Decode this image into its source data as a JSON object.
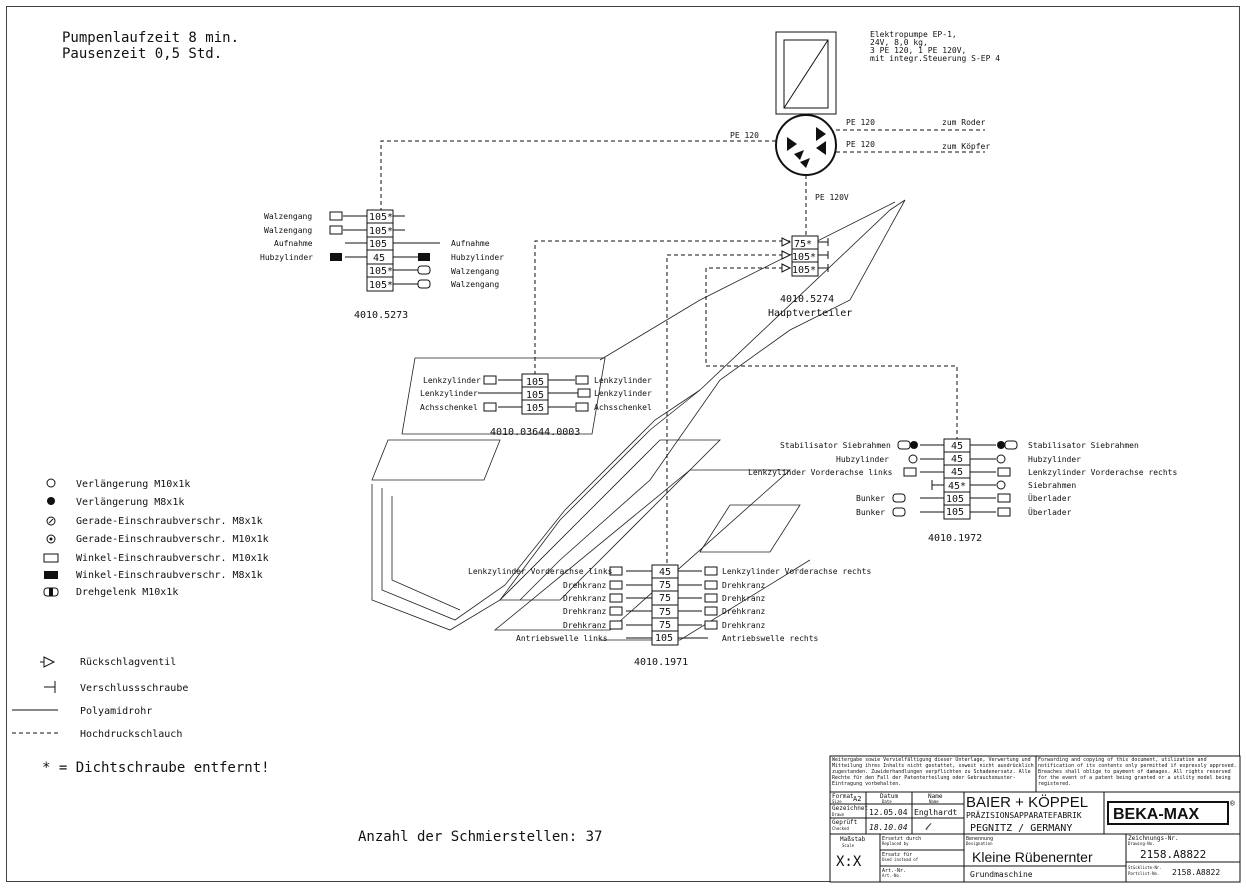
{
  "notes": {
    "pump_runtime": "Pumpenlaufzeit 8 min.",
    "pause_time": "Pausenzeit 0,5 Std."
  },
  "pump": {
    "spec_lines": [
      "Elektropumpe EP-1,",
      "24V, 8,0 kg,",
      "3 PE 120, 1 PE 120V,",
      "mit integr.Steuerung S-EP 4"
    ],
    "pipe_left": "PE 120",
    "pipe_right_1": "PE 120",
    "pipe_right_1_dest": "zum Roder",
    "pipe_right_2": "PE 120",
    "pipe_right_2_dest": "zum Köpfer",
    "pipe_down": "PE 120V"
  },
  "distributors": [
    {
      "id": "4010.5273",
      "rows": [
        {
          "left": "Walzengang",
          "value": "105*",
          "right": ""
        },
        {
          "left": "Walzengang",
          "value": "105*",
          "right": ""
        },
        {
          "left": "Aufnahme",
          "value": "105",
          "right": "Aufnahme"
        },
        {
          "left": "Hubzylinder",
          "value": "45",
          "right": "Hubzylinder"
        },
        {
          "left": "",
          "value": "105*",
          "right": "Walzengang"
        },
        {
          "left": "",
          "value": "105*",
          "right": "Walzengang"
        }
      ]
    },
    {
      "id": "4010.5274",
      "subtitle": "Hauptverteiler",
      "rows": [
        {
          "left": "",
          "value": "75*",
          "right": ""
        },
        {
          "left": "",
          "value": "105*",
          "right": ""
        },
        {
          "left": "",
          "value": "105*",
          "right": ""
        }
      ]
    },
    {
      "id": "4010.03644.0003",
      "rows": [
        {
          "left": "Lenkzylinder",
          "value": "105",
          "right": "Lenkzylinder"
        },
        {
          "left": "Lenkzylinder",
          "value": "105",
          "right": "Lenkzylinder"
        },
        {
          "left": "Achsschenkel",
          "value": "105",
          "right": "Achsschenkel"
        }
      ]
    },
    {
      "id": "4010.1972",
      "rows": [
        {
          "left": "Stabilisator Siebrahmen",
          "value": "45",
          "right": "Stabilisator Siebrahmen"
        },
        {
          "left": "Hubzylinder",
          "value": "45",
          "right": "Hubzylinder"
        },
        {
          "left": "Lenkzylinder Vorderachse links",
          "value": "45",
          "right": "Lenkzylinder Vorderachse rechts"
        },
        {
          "left": "",
          "value": "45*",
          "right": "Siebrahmen"
        },
        {
          "left": "Bunker",
          "value": "105",
          "right": "Überlader"
        },
        {
          "left": "Bunker",
          "value": "105",
          "right": "Überlader"
        }
      ]
    },
    {
      "id": "4010.1971",
      "rows": [
        {
          "left": "Lenkzylinder Vorderachse links",
          "value": "45",
          "right": "Lenkzylinder Vorderachse rechts"
        },
        {
          "left": "Drehkranz",
          "value": "75",
          "right": "Drehkranz"
        },
        {
          "left": "Drehkranz",
          "value": "75",
          "right": "Drehkranz"
        },
        {
          "left": "Drehkranz",
          "value": "75",
          "right": "Drehkranz"
        },
        {
          "left": "Drehkranz",
          "value": "75",
          "right": "Drehkranz"
        },
        {
          "left": "Antriebswelle links",
          "value": "105",
          "right": "Antriebswelle rechts"
        }
      ]
    }
  ],
  "legend": {
    "fittings": [
      "Verlängerung M10x1k",
      "Verlängerung M8x1k",
      "Gerade-Einschraubverschr. M8x1k",
      "Gerade-Einschraubverschr. M10x1k",
      "Winkel-Einschraubverschr. M10x1k",
      "Winkel-Einschraubverschr. M8x1k",
      "Drehgelenk M10x1k"
    ],
    "lines": [
      "Rückschlagventil",
      "Verschlussschraube",
      "Polyamidrohr",
      "Hochdruckschlauch"
    ],
    "note": "* = Dichtschraube entfernt!"
  },
  "lube_points": "Anzahl der Schmierstellen: 37",
  "title_block": {
    "copyright_de": "Weitergabe sowie Vervielfältigung dieser Unterlage, Verwertung und Mitteilung ihres Inhalts nicht gestattet, soweit nicht ausdrücklich zugestanden. Zuwiderhandlungen verpflichten zu Schadenersatz. Alle Rechte für den Fall der Patenterteilung oder Gebrauchsmuster-Eintragung vorbehalten.",
    "copyright_en": "Forwarding and copying of this document, utilization and notification of its contents only permitted if expressly approved. Breaches shall oblige to payment of damages. All rights reserved for the event of a patent being granted or a utility model being registered.",
    "format_label": "Format",
    "format_label_en": "Size",
    "format": "A2",
    "date_label": "Datum",
    "date_label_en": "Date",
    "name_label": "Name",
    "name_label_en": "Name",
    "drawn_label": "Gezeichnet",
    "drawn_label_en": "Drawn",
    "drawn_date": "12.05.04",
    "drawn_name": "Englhardt",
    "checked_label": "Geprüft",
    "checked_label_en": "Checked",
    "checked_date": "18.10.04",
    "company_1": "BAIER + KÖPPEL",
    "company_2": "PRÄZISIONSAPPARATEFABRIK",
    "company_3": "PEGNITZ / GERMANY",
    "logo": "BEKA-MAX",
    "scale_label": "Maßstab",
    "scale_label_en": "Scale",
    "scale": "X:X",
    "replaced_by_label": "Ersetzt durch",
    "replaced_by_label_en": "Replaced by",
    "replaces_label": "Ersatz für",
    "replaces_label_en": "Used instead of",
    "art_label": "Art.-Nr.",
    "art_label_en": "Art.-No.",
    "designation_label": "Benennung",
    "designation_label_en": "Designation",
    "designation": "Kleine Rübenernter",
    "designation_sub": "Grundmaschine",
    "drawing_no_label": "Zeichnungs-Nr.",
    "drawing_no_label_en": "Drawing-No.",
    "drawing_no": "2158.A8822",
    "parts_list_label": "Stückliste-Nr.",
    "parts_list_label_en": "Partslist-No.",
    "parts_list_no": "2158.A8822"
  }
}
